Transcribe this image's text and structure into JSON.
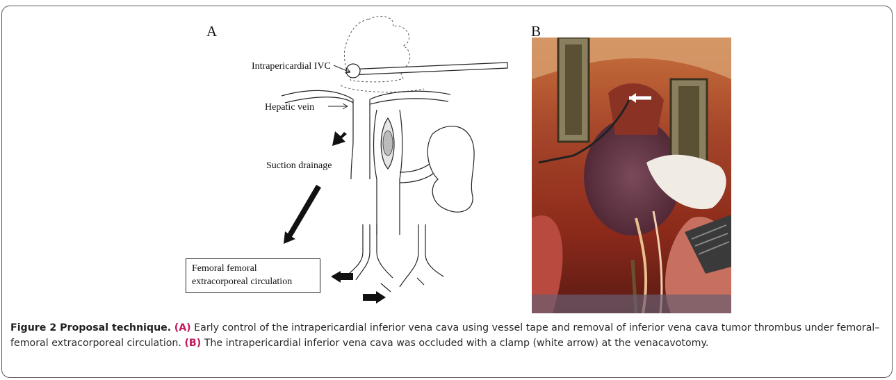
{
  "panels": {
    "a_label": "A",
    "b_label": "B"
  },
  "diagram": {
    "labels": {
      "intrapericardial_ivc": "Intrapericardial IVC",
      "hepatic_vein": "Hepatic vein",
      "suction_drainage": "Suction drainage",
      "ecc_line1": "Femoral femoral",
      "ecc_line2": "extracorporeal circulation"
    }
  },
  "caption": {
    "figure_label": "Figure 2 Proposal technique.",
    "part_a_marker": "(A)",
    "part_a_text": " Early control of the intrapericardial inferior vena cava using vessel tape and removal of inferior vena cava tumor thrombus under femoral–femoral extracorporeal circulation. ",
    "part_b_marker": "(B)",
    "part_b_text": " The intrapericardial inferior vena cava was occluded with a clamp (white arrow) at the venacavotomy."
  },
  "colors": {
    "caption_accent": "#c2185b",
    "border": "#5a5a5a"
  }
}
